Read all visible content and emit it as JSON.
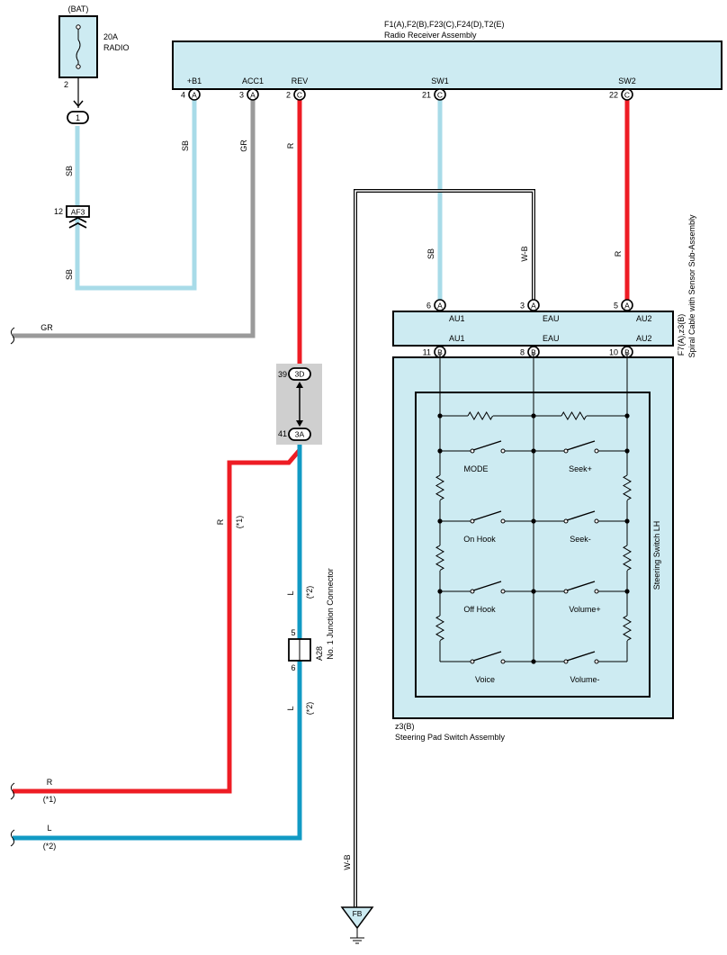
{
  "colors": {
    "SB": "#a8dbe8",
    "GR": "#9a9a9a",
    "R": "#ee1c24",
    "L": "#119ac4",
    "WB": "#000000",
    "box_fill": "#cdebf2",
    "junction_fill": "#cfcfcf"
  },
  "fuse": {
    "source": "(BAT)",
    "rating": "20A",
    "name": "RADIO",
    "pin": "2"
  },
  "radio": {
    "codes": "F1(A),F2(B),F23(C),F24(D),T2(E)",
    "name": "Radio Receiver Assembly",
    "pins": [
      {
        "num": "4",
        "conn": "A",
        "label": "+B1"
      },
      {
        "num": "3",
        "conn": "A",
        "label": "ACC1"
      },
      {
        "num": "2",
        "conn": "C",
        "label": "REV"
      },
      {
        "num": "21",
        "conn": "C",
        "label": "SW1"
      },
      {
        "num": "22",
        "conn": "C",
        "label": "SW2"
      }
    ]
  },
  "connector1": {
    "label": "1"
  },
  "af3": {
    "pin": "12",
    "name": "AF3"
  },
  "wires": {
    "sb_left_1": "SB",
    "sb_left_2": "SB",
    "sb_b1": "SB",
    "gr_acc": "GR",
    "r_rev": "R",
    "sb_sw1": "SB",
    "wb_mid": "W-B",
    "r_sw2": "R",
    "gr_out": "GR",
    "r_out_left": "R",
    "r_out_left_note": "(*1)",
    "r_out_bottom": "R",
    "r_out_bottom_note": "(*1)",
    "l_mid_1": "L",
    "l_mid_1_note": "(*2)",
    "l_mid_2": "L",
    "l_mid_2_note": "(*2)",
    "l_out_bottom": "L",
    "l_out_bottom_note": "(*2)",
    "wb_ground": "W-B"
  },
  "junction": {
    "top_pin": "39",
    "top_conn": "3D",
    "bottom_pin": "41",
    "bottom_conn": "3A"
  },
  "a28": {
    "pin_top": "5",
    "pin_bottom": "6",
    "code": "A28",
    "name": "No. 1 Junction Connector"
  },
  "spiral": {
    "codes": "F7(A),z3(B)",
    "name": "Spiral Cable with Sensor Sub-Assembly",
    "top_pins": [
      {
        "num": "6",
        "conn": "A",
        "label": "AU1"
      },
      {
        "num": "3",
        "conn": "A",
        "label": "EAU"
      },
      {
        "num": "5",
        "conn": "A",
        "label": "AU2"
      }
    ],
    "bottom_pins": [
      {
        "num": "11",
        "conn": "B",
        "label": "AU1"
      },
      {
        "num": "8",
        "conn": "B",
        "label": "EAU"
      },
      {
        "num": "10",
        "conn": "B",
        "label": "AU2"
      }
    ]
  },
  "switches": {
    "left": [
      "MODE",
      "On Hook",
      "Off Hook",
      "Voice"
    ],
    "right": [
      "Seek+",
      "Seek-",
      "Volume+",
      "Volume-"
    ]
  },
  "steering_switch": {
    "name": "Steering Switch LH"
  },
  "steering_pad": {
    "code": "z3(B)",
    "name": "Steering Pad Switch Assembly"
  },
  "ground": {
    "label": "FB"
  }
}
